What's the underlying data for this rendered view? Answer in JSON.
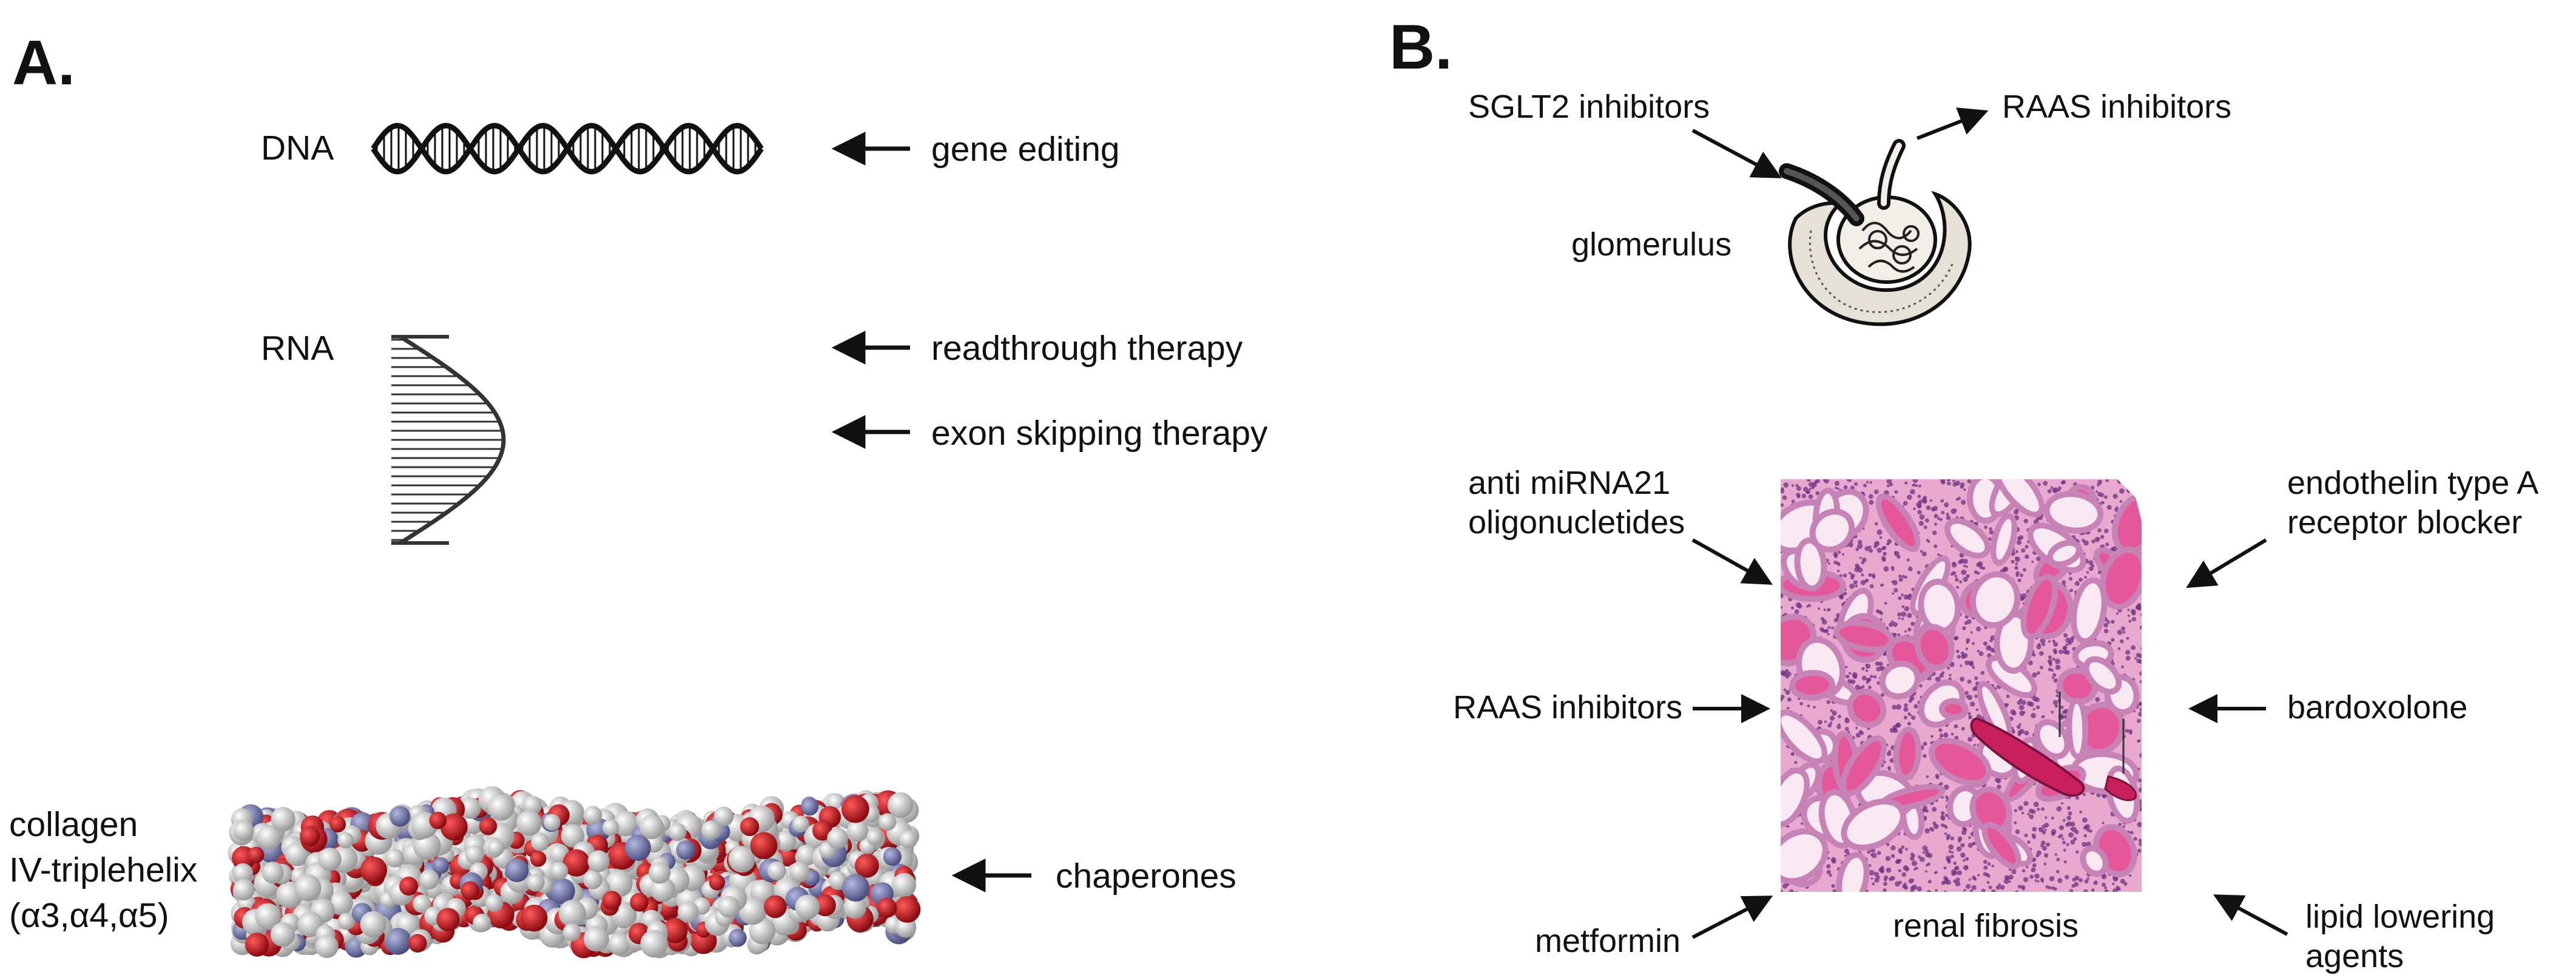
{
  "panels": {
    "a": {
      "label": "A.",
      "dna": "DNA",
      "rna": "RNA",
      "collagen": [
        "collagen",
        "IV-triplehelix",
        "(α3,α4,α5)"
      ],
      "therapies": {
        "gene_editing": "gene editing",
        "readthrough": "readthrough therapy",
        "exon_skipping": "exon skipping therapy",
        "chaperones": "chaperones"
      }
    },
    "b": {
      "label": "B.",
      "glomerulus": "glomerulus",
      "sglt2": "SGLT2 inhibitors",
      "raas_top": "RAAS inhibitors",
      "anti_mirna": [
        "anti miRNA21",
        "oligonucletides"
      ],
      "endothelin": [
        "endothelin type A",
        "receptor blocker"
      ],
      "raas_left": "RAAS inhibitors",
      "bardoxolone": "bardoxolone",
      "metformin": "metformin",
      "renal_fibrosis": "renal fibrosis",
      "lipid": [
        "lipid lowering",
        "agents"
      ]
    }
  },
  "colors": {
    "ink": "#111111",
    "tissue_pink": "#e9a9cf",
    "tissue_purple": "#7d3f8e",
    "lumen": "#f7e8f1",
    "cast": "#c8205a",
    "atom_white": "#d8d8d8",
    "atom_red": "#c8141c",
    "atom_blue": "#7f86b8"
  }
}
